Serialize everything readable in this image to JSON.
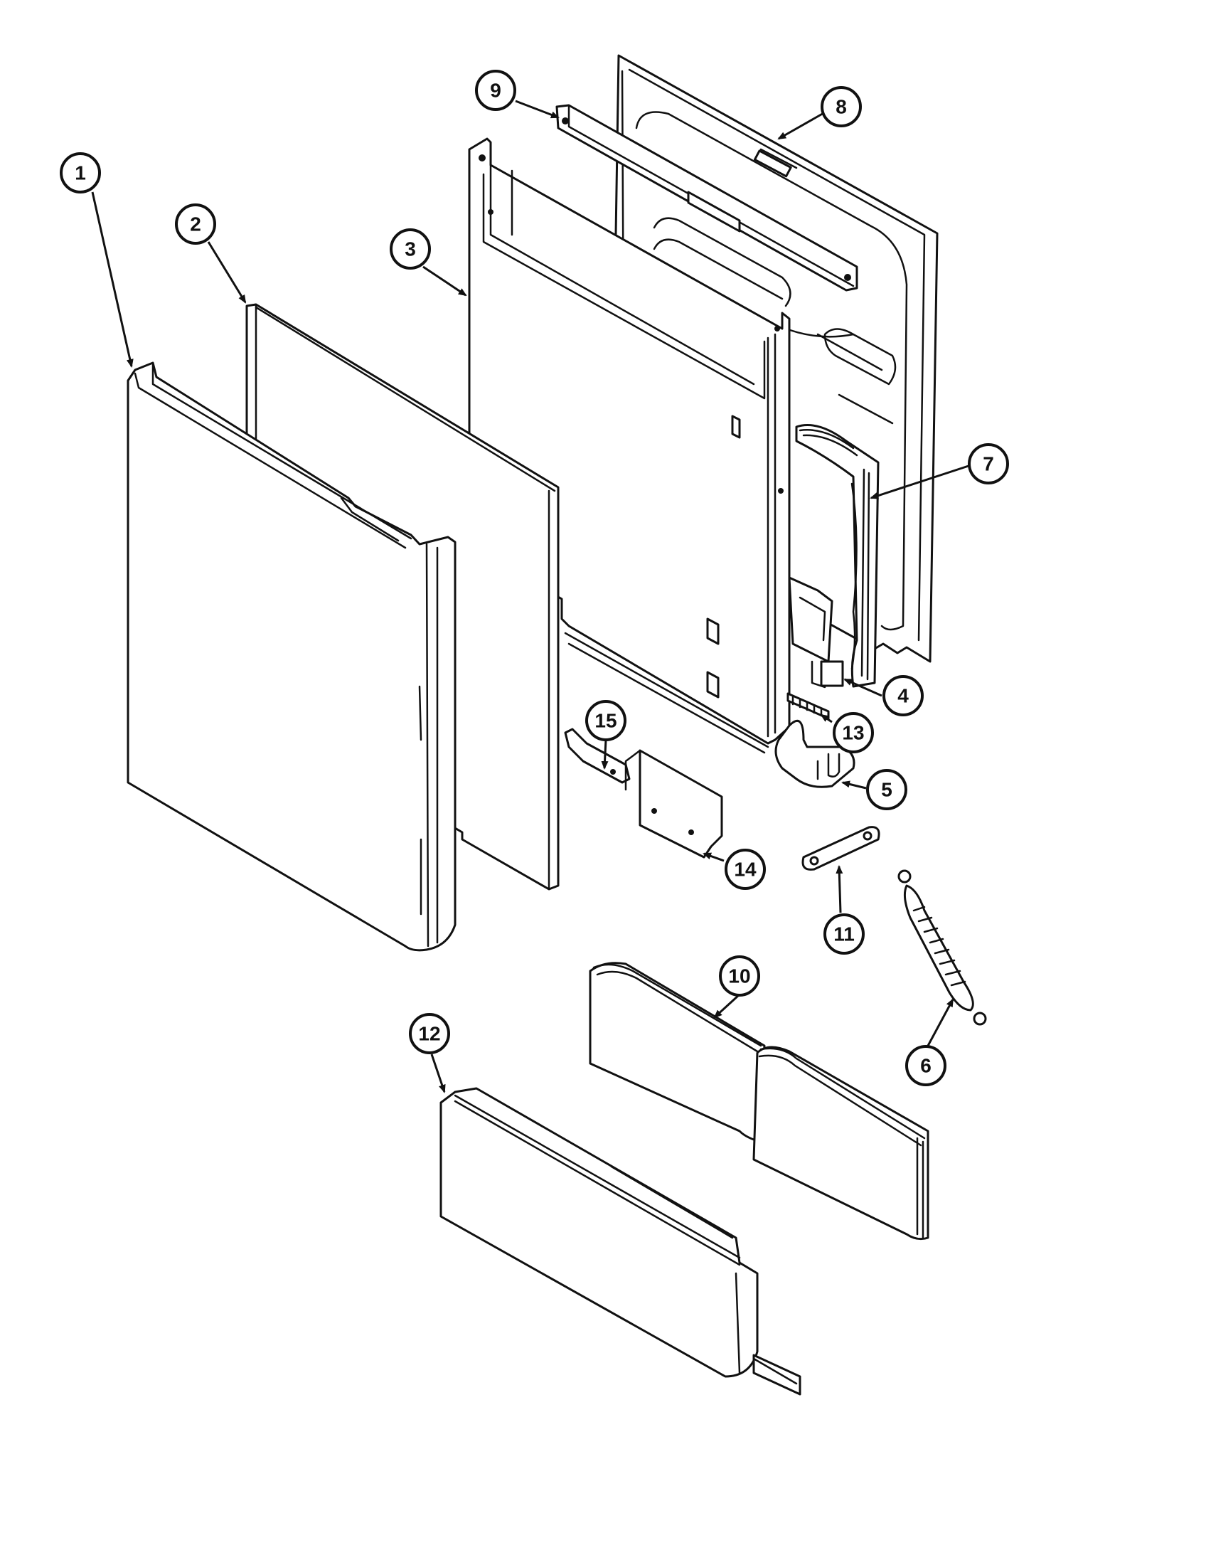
{
  "diagram": {
    "callouts": [
      "1",
      "2",
      "3",
      "4",
      "5",
      "6",
      "7",
      "8",
      "9",
      "10",
      "11",
      "12",
      "13",
      "14",
      "15"
    ]
  },
  "colors": {
    "line": "#111111",
    "background": "#ffffff"
  }
}
